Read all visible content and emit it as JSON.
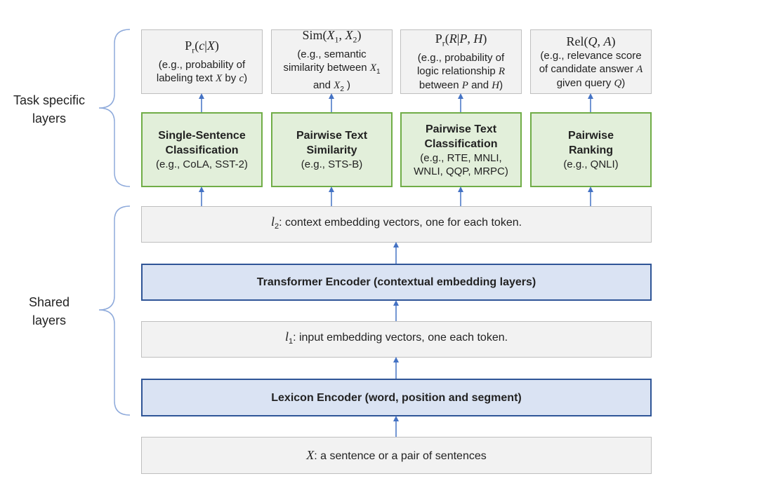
{
  "side_labels": {
    "task_specific": [
      "Task specific",
      "layers"
    ],
    "shared": [
      "Shared",
      "layers"
    ]
  },
  "outputs": [
    {
      "formula": "Pr(c|X)",
      "desc": [
        "(e.g., probability of",
        "labeling text X by c)"
      ]
    },
    {
      "formula": "Sim(X1, X2)",
      "desc": [
        "(e.g., semantic",
        "similarity between X1",
        "and X2 )"
      ]
    },
    {
      "formula": "Pr(R|P, H)",
      "desc": [
        "(e.g., probability of",
        "logic relationship R",
        "between P and H)"
      ]
    },
    {
      "formula": "Rel(Q, A)",
      "desc": [
        "(e.g., relevance score",
        "of candidate answer A",
        "given query Q)"
      ]
    }
  ],
  "tasks": [
    {
      "title": [
        "Single-Sentence",
        "Classification"
      ],
      "examples": [
        "(e.g., CoLA, SST-2)"
      ]
    },
    {
      "title": [
        "Pairwise Text",
        "Similarity"
      ],
      "examples": [
        "(e.g., STS-B)"
      ]
    },
    {
      "title": [
        "Pairwise Text",
        "Classification"
      ],
      "examples": [
        "(e.g., RTE, MNLI,",
        "WNLI, QQP, MRPC)"
      ]
    },
    {
      "title": [
        "Pairwise",
        "Ranking"
      ],
      "examples": [
        "(e.g., QNLI)"
      ]
    }
  ],
  "shared": {
    "l2": "l2: context embedding vectors, one for each token.",
    "transformer": "Transformer Encoder (contextual embedding layers)",
    "l1": "l1: input embedding vectors, one each token.",
    "lexicon": "Lexicon Encoder (word, position and segment)",
    "input": "X: a sentence or a pair of sentences"
  },
  "colors": {
    "arrow": "#4472c4",
    "brace": "#8eaadb",
    "green_border": "#70ad47",
    "blue_border": "#2f5597"
  }
}
